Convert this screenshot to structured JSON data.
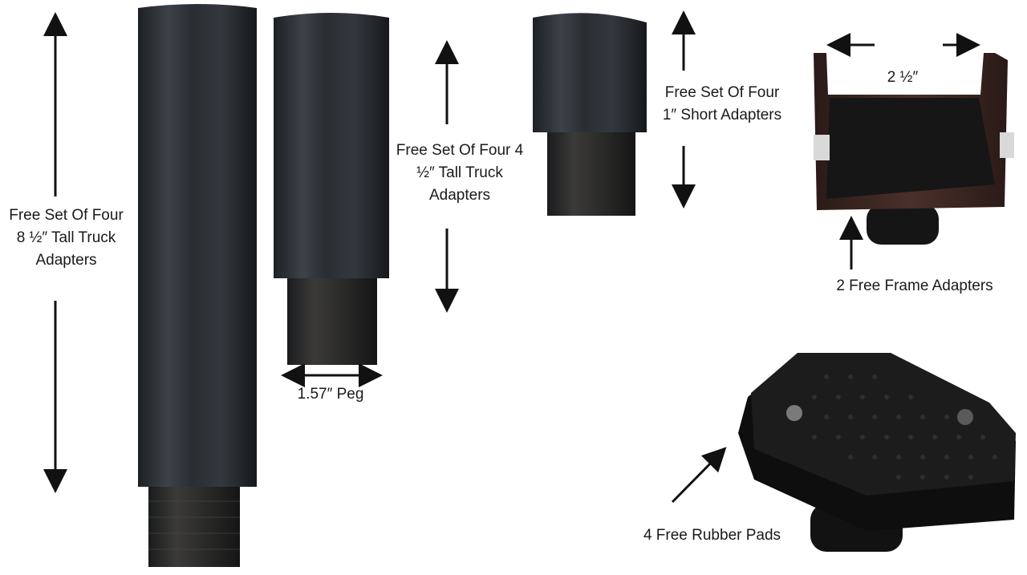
{
  "tall_adapter": {
    "label_lines": [
      "Free Set Of Four",
      "8 ½″ Tall Truck",
      "Adapters"
    ]
  },
  "mid_adapter": {
    "label_lines": [
      "Free Set Of Four 4",
      "½″ Tall Truck",
      "Adapters"
    ],
    "peg_label": "1.57″ Peg"
  },
  "short_adapter": {
    "label_lines": [
      "Free Set Of Four",
      "1″ Short Adapters"
    ]
  },
  "frame_adapter": {
    "width_label": "2 ½″",
    "label": "2 Free Frame Adapters"
  },
  "rubber_pad": {
    "label": "4 Free Rubber Pads"
  },
  "colors": {
    "background": "#ffffff",
    "steel": "#2b2e33",
    "rubber": "#141414",
    "frame_rust": "#3a2622",
    "arrow": "#111111"
  }
}
